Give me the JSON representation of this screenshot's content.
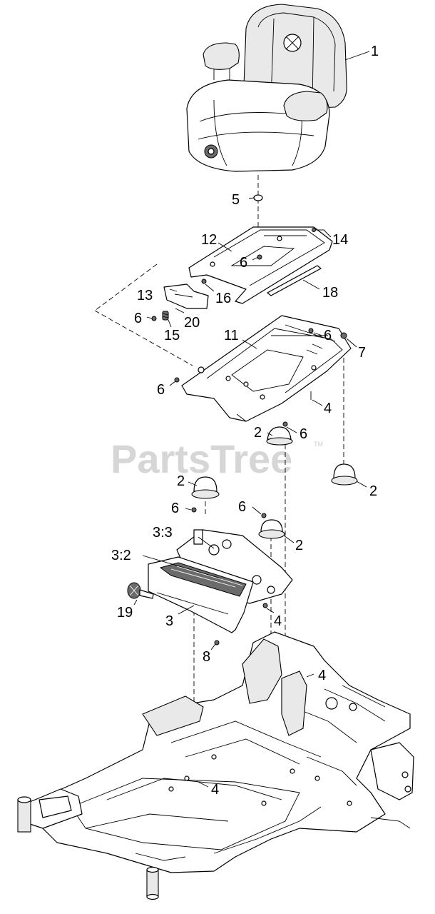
{
  "watermark": {
    "text": "PartsTree",
    "mark": "TM"
  },
  "callouts": {
    "c1": "1",
    "c5": "5",
    "c12": "12",
    "c14": "14",
    "c6a": "6",
    "c16": "16",
    "c18": "18",
    "c13": "13",
    "c6b": "6",
    "c15": "15",
    "c20": "20",
    "c11": "11",
    "c6c": "6",
    "c7": "7",
    "c6d": "6",
    "c4a": "4",
    "c2a": "2",
    "c6e": "6",
    "c2b": "2",
    "c2c": "2",
    "c6f": "6",
    "c6g": "6",
    "c33": "3:3",
    "c2d": "2",
    "c32": "3:2",
    "c19": "19",
    "c3": "3",
    "c4b": "4",
    "c8": "8",
    "c4c": "4",
    "c4d": "4"
  }
}
